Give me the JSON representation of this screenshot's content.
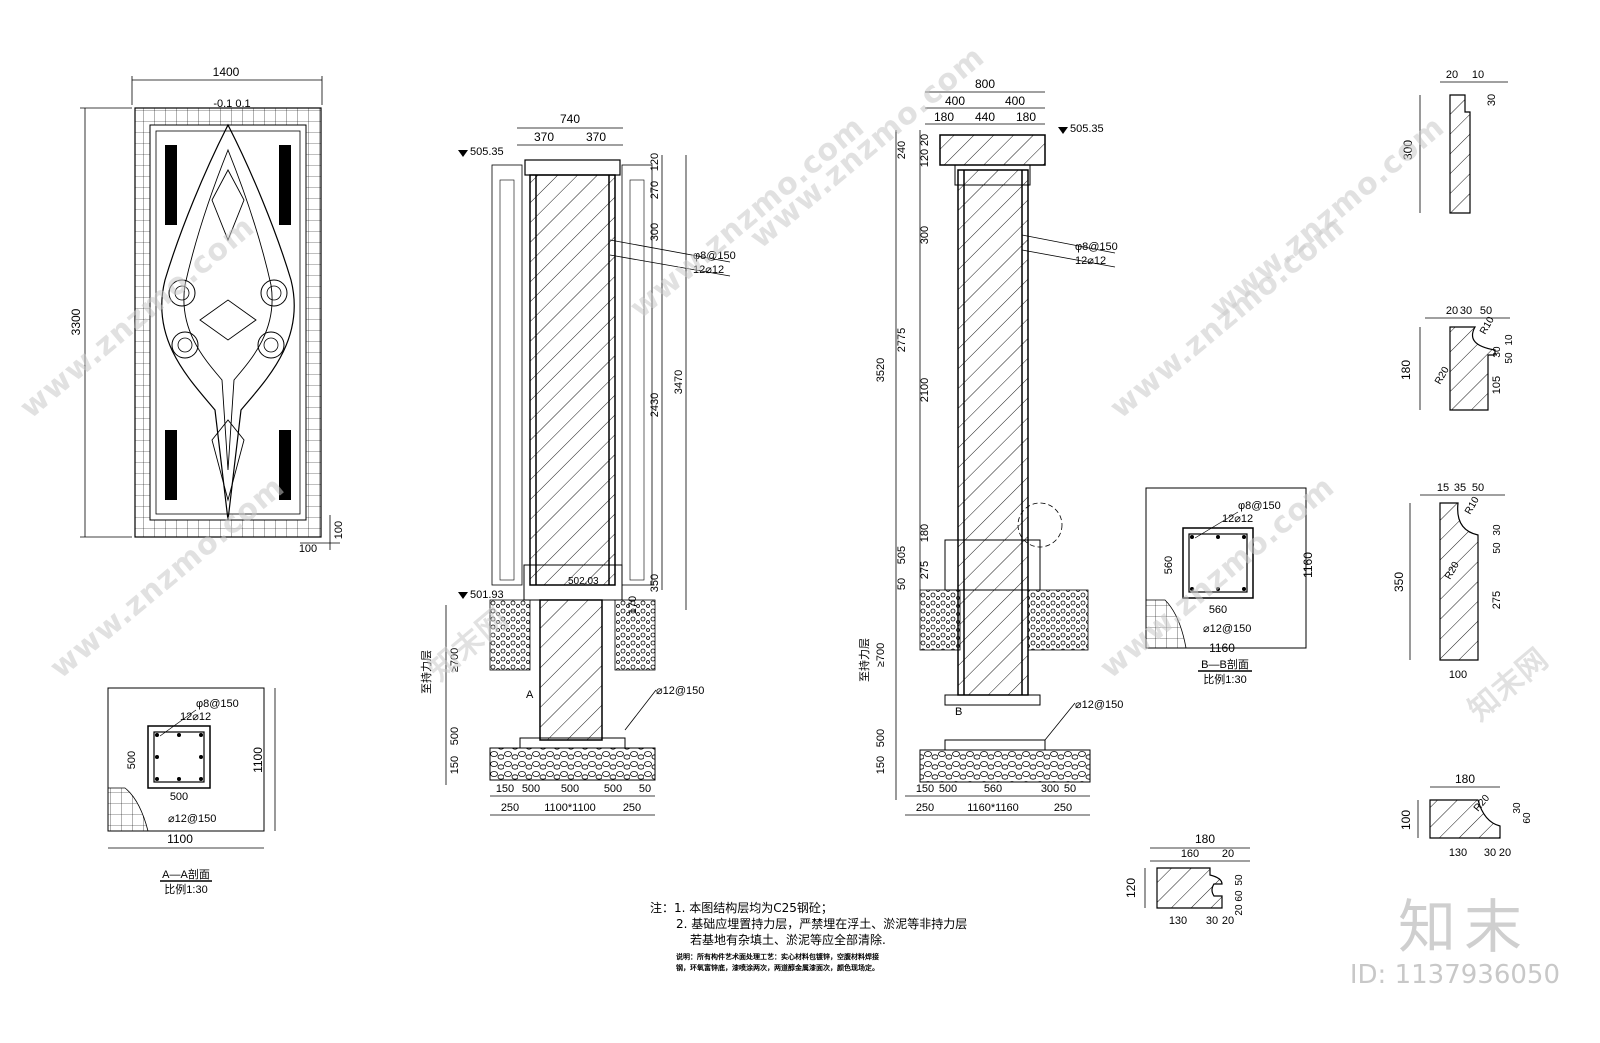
{
  "watermark": "www.znzmo.com",
  "watermark_cn": "知末网",
  "brand": {
    "logo": "知末",
    "id": "ID: 1137936050"
  },
  "elevation": {
    "width": "1400",
    "height": "3300",
    "top": "-0.1  0.1",
    "bottom": "100",
    "right": "100"
  },
  "section_a": {
    "levels": {
      "top": "505.35",
      "ground": "501.93",
      "mid": "502.03"
    },
    "widths": {
      "total": "740",
      "half_left": "370",
      "half_right": "370"
    },
    "heights": [
      "120",
      "270",
      "300",
      "2430",
      "3470",
      "350",
      "170"
    ],
    "rebar": {
      "stirrup": "φ8@150",
      "main": "12⌀12",
      "base": "⌀12@150"
    },
    "found": {
      "label": "至持力层",
      "depth": "≥700",
      "layers": [
        "150",
        "500"
      ]
    },
    "bottom": [
      "150",
      "500",
      "500",
      "500",
      "50",
      "250",
      "1100*1100",
      "250"
    ],
    "cut": "A"
  },
  "section_b": {
    "level": "505.35",
    "widths": {
      "total": "800",
      "a": "400",
      "b": "400",
      "c": "180",
      "d": "440",
      "e": "180"
    },
    "heights": [
      "240",
      "120",
      "20",
      "300",
      "2775",
      "2100",
      "3520",
      "180",
      "505",
      "50",
      "275"
    ],
    "rebar": {
      "stirrup": "φ8@150",
      "main": "12⌀12",
      "base": "⌀12@150"
    },
    "found": {
      "label": "至持力层",
      "depth": "≥700",
      "layers": [
        "150",
        "500"
      ]
    },
    "bottom": [
      "150",
      "500",
      "560",
      "300",
      "50",
      "250",
      "1160*1160",
      "250"
    ],
    "cut": "B"
  },
  "sect_aa": {
    "title": "A—A剖面",
    "scale": "比例1:30",
    "dims": [
      "500",
      "500",
      "1100",
      "1100"
    ],
    "rebar": [
      "φ8@150",
      "12⌀12",
      "⌀12@150"
    ]
  },
  "sect_bb": {
    "title": "B—B剖面",
    "scale": "比例1:30",
    "dims": [
      "560",
      "560",
      "1160",
      "1160"
    ],
    "rebar": [
      "φ8@150",
      "12⌀12",
      "⌀12@150"
    ]
  },
  "profiles": [
    {
      "dims": [
        "20",
        "10",
        "30",
        "300"
      ]
    },
    {
      "dims": [
        "20",
        "30",
        "50",
        "R10",
        "10",
        "30",
        "50",
        "180",
        "R20",
        "105"
      ]
    },
    {
      "dims": [
        "15",
        "35",
        "50",
        "R10",
        "30",
        "50",
        "350",
        "R20",
        "275",
        "100"
      ]
    },
    {
      "dims": [
        "180",
        "R20",
        "100",
        "30",
        "60",
        "130",
        "30",
        "20"
      ]
    },
    {
      "dims": [
        "180",
        "160",
        "20",
        "120",
        "130",
        "30",
        "20",
        "50",
        "60",
        "20"
      ]
    }
  ],
  "notes": {
    "line1": "注：1. 本图结构层均为C25钢砼；",
    "line2": "2. 基础应埋置持力层，严禁埋在浮土、淤泥等非持力层",
    "line3": "若基地有杂填土、淤泥等应全部清除.",
    "small1": "说明：所有构件艺术面处理工艺：实心材料包镀锌，空腹材料焊接",
    "small2": "钢，环氧富锌底，漆喷涂两次，两道醇金属漆面次，颜色现场定。"
  }
}
